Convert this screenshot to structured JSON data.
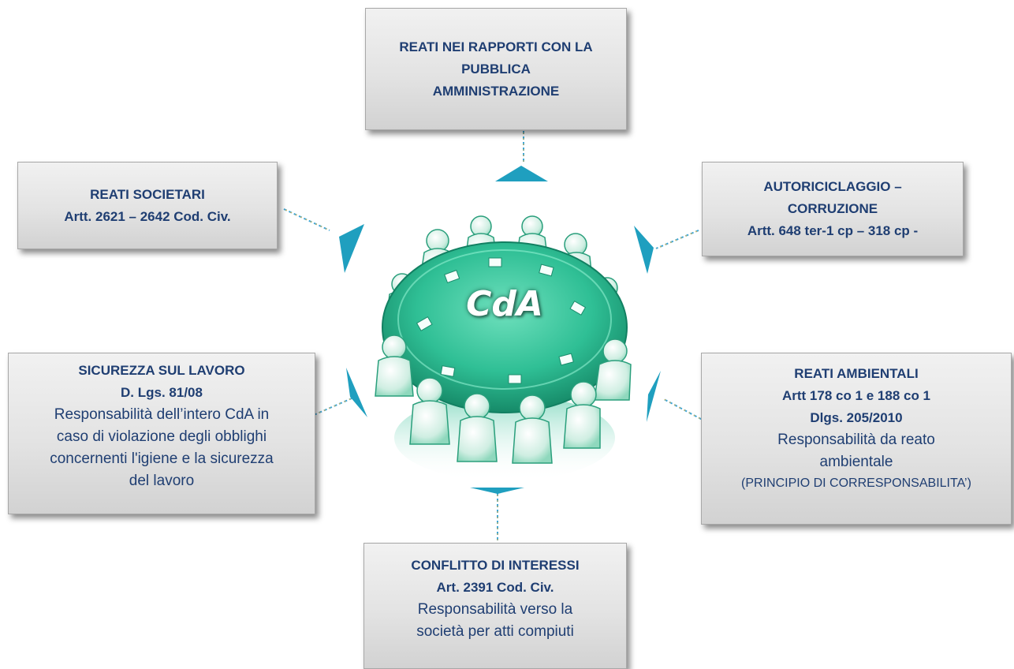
{
  "boxes": {
    "top": {
      "line1": "REATI NEI RAPPORTI CON LA",
      "line2": "PUBBLICA",
      "line3": "AMMINISTRAZIONE"
    },
    "top_left": {
      "line1": "REATI SOCIETARI",
      "line2": "Artt. 2621 – 2642 Cod. Civ."
    },
    "top_right": {
      "line1": "AUTORICICLAGGIO –",
      "line2": "CORRUZIONE",
      "line3": "Artt. 648 ter-1 cp – 318 cp -"
    },
    "mid_left": {
      "line1": "SICUREZZA SUL LAVORO",
      "line2": "D. Lgs. 81/08",
      "line3": "Responsabilità dell’intero CdA  in",
      "line4": "caso di violazione degli obblighi",
      "line5": "concernenti l'igiene e la sicurezza",
      "line6": "del lavoro"
    },
    "mid_right": {
      "line1": "REATI AMBIENTALI",
      "line2": "Artt 178 co 1 e 188 co 1",
      "line3": "Dlgs. 205/2010",
      "line4": "Responsabilità da reato",
      "line5": "ambientale",
      "line6": "(PRINCIPIO DI CORRESPONSABILITA’)"
    },
    "bottom": {
      "line1": "CONFLITTO DI INTERESSI",
      "line2": "Art. 2391 Cod. Civ.",
      "line3": "Responsabilità verso la",
      "line4": "società per atti compiuti"
    }
  },
  "center": {
    "label": "CdA"
  },
  "colors": {
    "box_text": "#1f3e72",
    "arrow": "#1f9fbf",
    "connector": "#3fa6d6",
    "connector_accent": "#e8b84a",
    "table": "#2fbf95"
  }
}
